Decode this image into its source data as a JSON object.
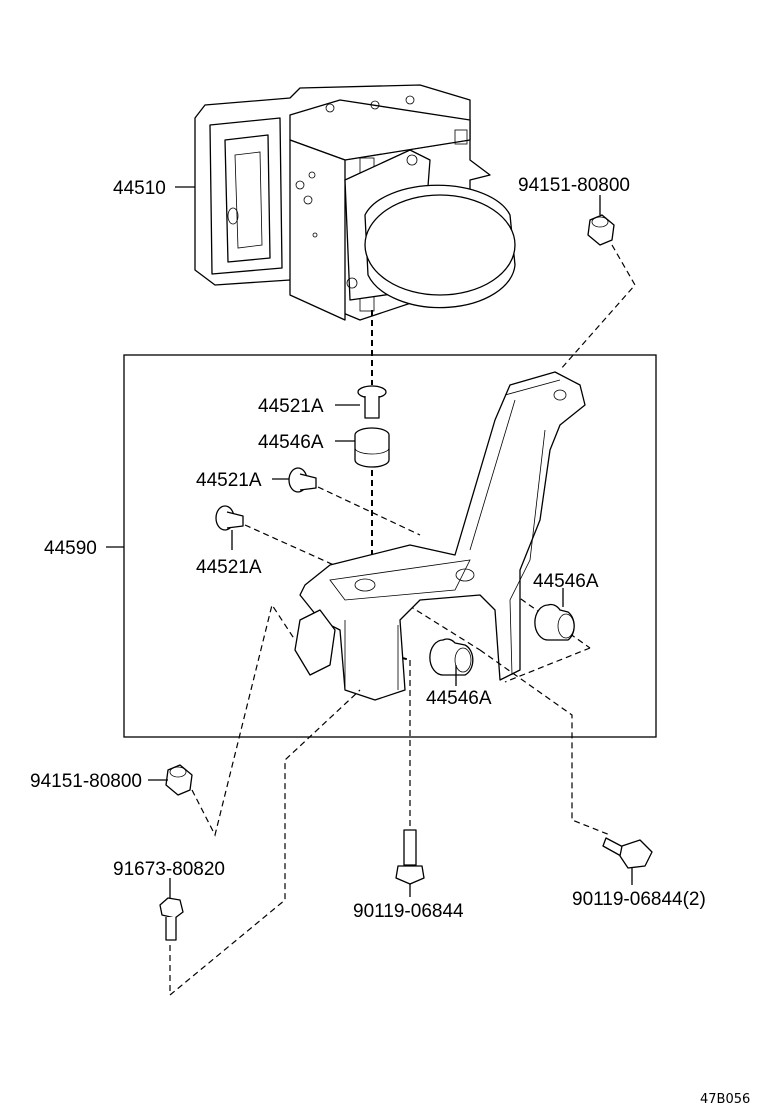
{
  "diagram": {
    "labels": {
      "abs_actuator": "44510",
      "nut_top": "94151-80800",
      "collar_1": "44521A",
      "cushion_1": "44546A",
      "collar_2": "44521A",
      "bracket": "44590",
      "collar_3": "44521A",
      "cushion_right": "44546A",
      "cushion_bottom": "44546A",
      "nut_left": "94151-80800",
      "bolt_left": "91673-80820",
      "bolt_center": "90119-06844",
      "bolt_right": "90119-06844(2)"
    },
    "illustration_code": "47B056"
  }
}
